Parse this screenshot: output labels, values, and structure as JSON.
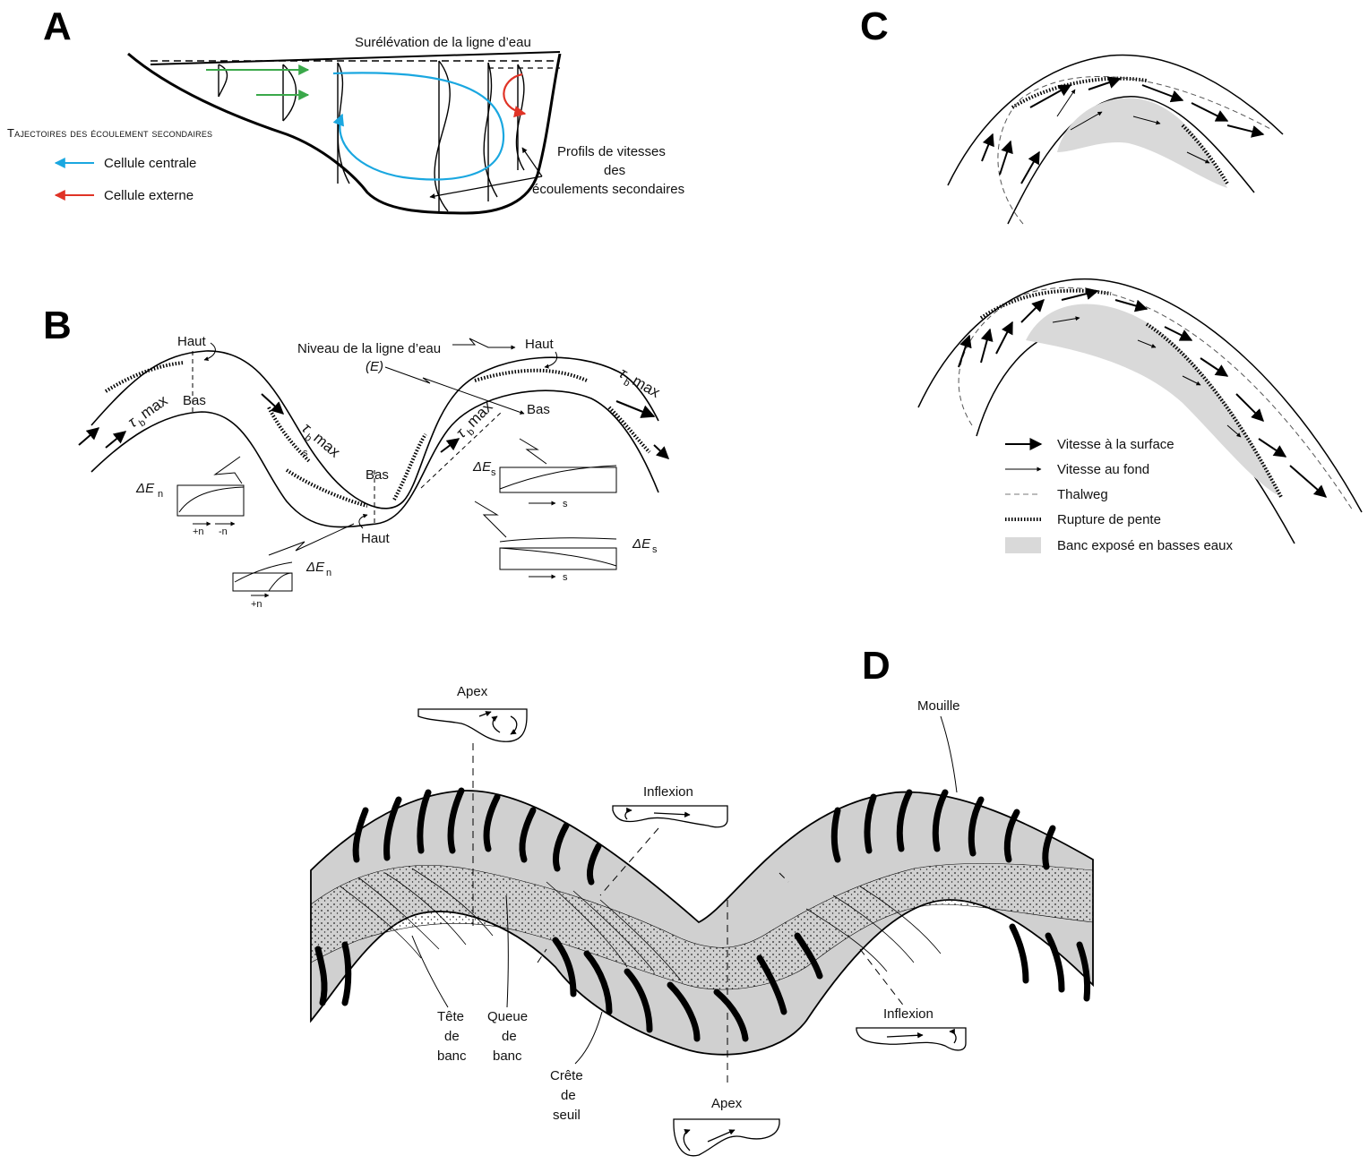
{
  "panel_a": {
    "letter": "A",
    "water_rise": "Surélévation de la ligne d’eau",
    "legend_title": "Tajectoires des écoulement secondaires",
    "central_cell": "Cellule centrale",
    "outer_cell": "Cellule externe",
    "profiles_line1": "Profils de vitesses",
    "profiles_line2": "des",
    "profiles_line3": "écoulements secondaires",
    "colors": {
      "central": "#1aa7e0",
      "outer": "#e03326",
      "surface_arrows": "#3aa84a"
    }
  },
  "panel_b": {
    "letter": "B",
    "haut": "Haut",
    "bas": "Bas",
    "water_level_line1": "Niveau de la ligne d’eau",
    "water_level_line2": "(E)",
    "tau_max": "τ",
    "tau_sub": "b",
    "tau_word": "max",
    "delta_en": "ΔE",
    "delta_en_sub": "n",
    "delta_es": "ΔE",
    "delta_es_sub": "s",
    "axis_s": "s",
    "axis_pn": "+n",
    "axis_mn": "-n",
    "axis_n": "n"
  },
  "panel_c": {
    "letter": "C",
    "legend": [
      {
        "label": "Vitesse à la surface",
        "style": "bold-arrow"
      },
      {
        "label": "Vitesse au fond",
        "style": "thin-arrow"
      },
      {
        "label": "Thalweg",
        "style": "dashed"
      },
      {
        "label": "Rupture de pente",
        "style": "hatched"
      },
      {
        "label": "Banc exposé en basses eaux",
        "style": "grey-box"
      }
    ],
    "bank_color": "#d9d9d9"
  },
  "panel_d": {
    "letter": "D",
    "apex_top": "Apex",
    "apex_bottom": "Apex",
    "inflexion_1": "Inflexion",
    "inflexion_2": "Inflexion",
    "mouille": "Mouille",
    "tete1": "Tête",
    "tete2": "de",
    "tete3": "banc",
    "queue1": "Queue",
    "queue2": "de",
    "queue3": "banc",
    "crete1": "Crête",
    "crete2": "de",
    "crete3": "seuil",
    "bar_color": "#d0d0d0"
  }
}
